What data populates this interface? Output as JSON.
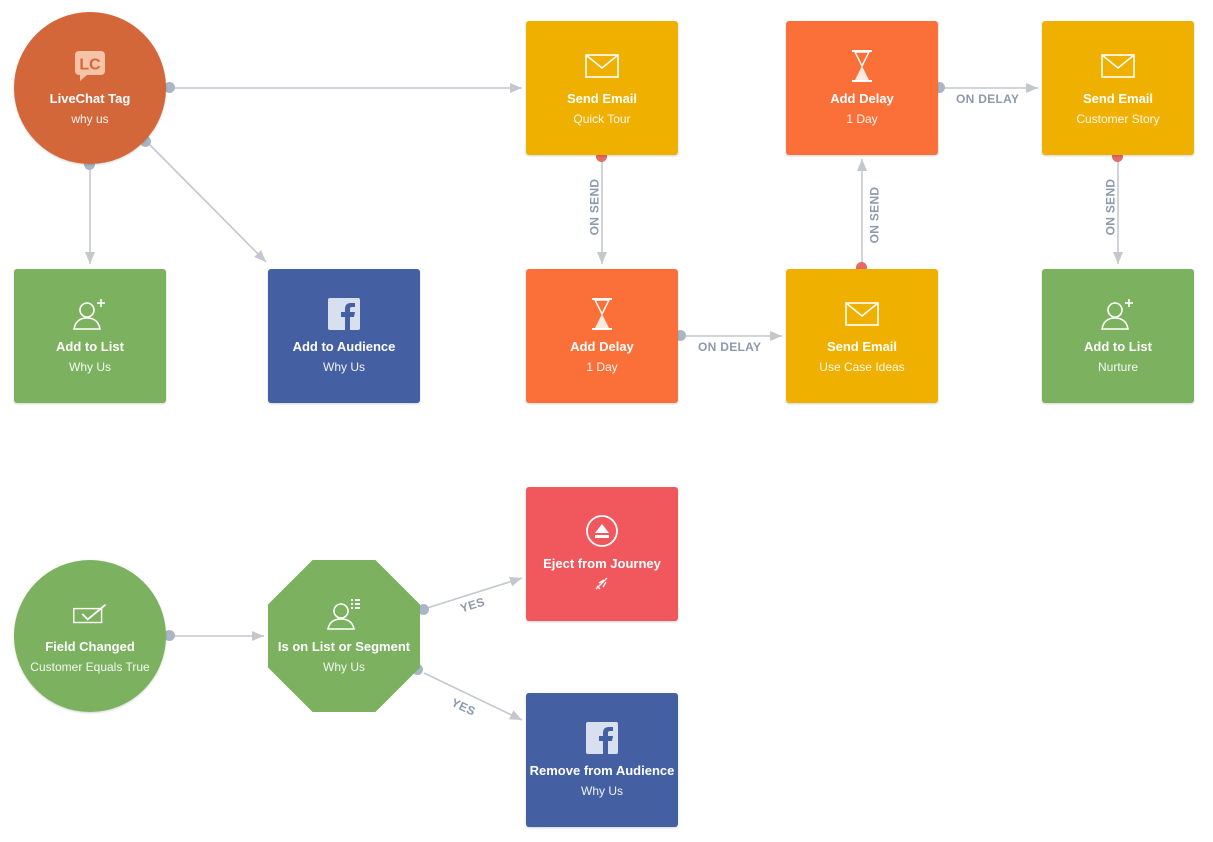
{
  "colors": {
    "green": "#7cb160",
    "facebook_blue": "#4460a3",
    "email_yellow": "#f0b000",
    "delay_orange": "#fb7038",
    "livechat_orange": "#d4673a",
    "eject_red": "#f0585e",
    "edge_gray": "#c4c8cd",
    "port_blue": "#a9b6c6",
    "port_red": "#e56b63",
    "label_gray": "#8c9aae"
  },
  "nodes": {
    "livechat_tag": {
      "title": "LiveChat Tag",
      "subtitle": "why us",
      "icon": "livechat-icon"
    },
    "add_to_list_why_us": {
      "title": "Add to List",
      "subtitle": "Why Us",
      "icon": "user-add-icon"
    },
    "add_to_audience": {
      "title": "Add to Audience",
      "subtitle": "Why Us",
      "icon": "facebook-icon"
    },
    "send_email_quick_tour": {
      "title": "Send Email",
      "subtitle": "Quick Tour",
      "icon": "envelope-icon"
    },
    "add_delay_1": {
      "title": "Add Delay",
      "subtitle": "1 Day",
      "icon": "hourglass-icon"
    },
    "send_email_use_case": {
      "title": "Send Email",
      "subtitle": "Use Case Ideas",
      "icon": "envelope-icon"
    },
    "add_delay_2": {
      "title": "Add Delay",
      "subtitle": "1 Day",
      "icon": "hourglass-icon"
    },
    "send_email_customer_story": {
      "title": "Send Email",
      "subtitle": "Customer Story",
      "icon": "envelope-icon"
    },
    "add_to_list_nurture": {
      "title": "Add to List",
      "subtitle": "Nurture",
      "icon": "user-add-icon"
    },
    "field_changed": {
      "title": "Field Changed",
      "subtitle": "Customer Equals True",
      "icon": "checkbox-icon"
    },
    "is_on_list": {
      "title": "Is on List or Segment",
      "subtitle": "Why Us",
      "icon": "user-list-icon"
    },
    "eject_from_journey": {
      "title": "Eject from Journey",
      "subtitle": "",
      "icon": "eject-icon",
      "badge_icon": "plane-icon"
    },
    "remove_from_audience": {
      "title": "Remove from Audience",
      "subtitle": "Why Us",
      "icon": "facebook-icon"
    }
  },
  "edge_labels": {
    "on_send_1": "ON SEND",
    "on_send_2": "ON SEND",
    "on_send_3": "ON SEND",
    "on_delay_1": "ON DELAY",
    "on_delay_2": "ON DELAY",
    "yes_1": "YES",
    "yes_2": "YES"
  }
}
